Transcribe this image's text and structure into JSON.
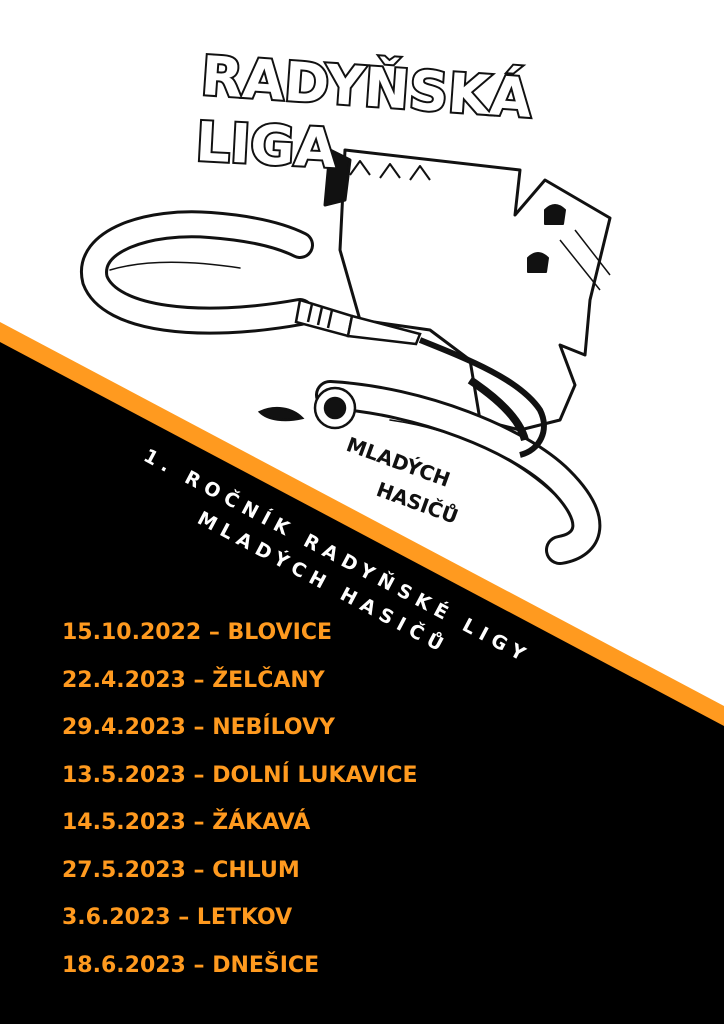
{
  "colors": {
    "accent": "#ff9a1f",
    "dark": "#000000",
    "light": "#ffffff"
  },
  "logo": {
    "title_line1": "RADYŇSKÁ",
    "title_line2": "LIGA",
    "sub_line1": "MLADÝCH",
    "sub_line2": "HASIČŮ",
    "icons": [
      "castle-icon",
      "fire-hose-icon",
      "nozzle-icon"
    ]
  },
  "subtitle": {
    "line1": "1. ROČNÍK RADYŇSKÉ LIGY",
    "line2": "MLADÝCH HASIČŮ"
  },
  "schedule": [
    {
      "date": "15.10.2022",
      "place": "BLOVICE"
    },
    {
      "date": "22.4.2023",
      "place": "ŽELČANY"
    },
    {
      "date": "29.4.2023",
      "place": "NEBÍLOVY"
    },
    {
      "date": "13.5.2023",
      "place": "DOLNÍ LUKAVICE"
    },
    {
      "date": "14.5.2023",
      "place": "ŽÁKAVÁ"
    },
    {
      "date": "27.5.2023",
      "place": "CHLUM"
    },
    {
      "date": "3.6.2023",
      "place": "LETKOV"
    },
    {
      "date": "18.6.2023",
      "place": "DNEŠICE"
    }
  ]
}
